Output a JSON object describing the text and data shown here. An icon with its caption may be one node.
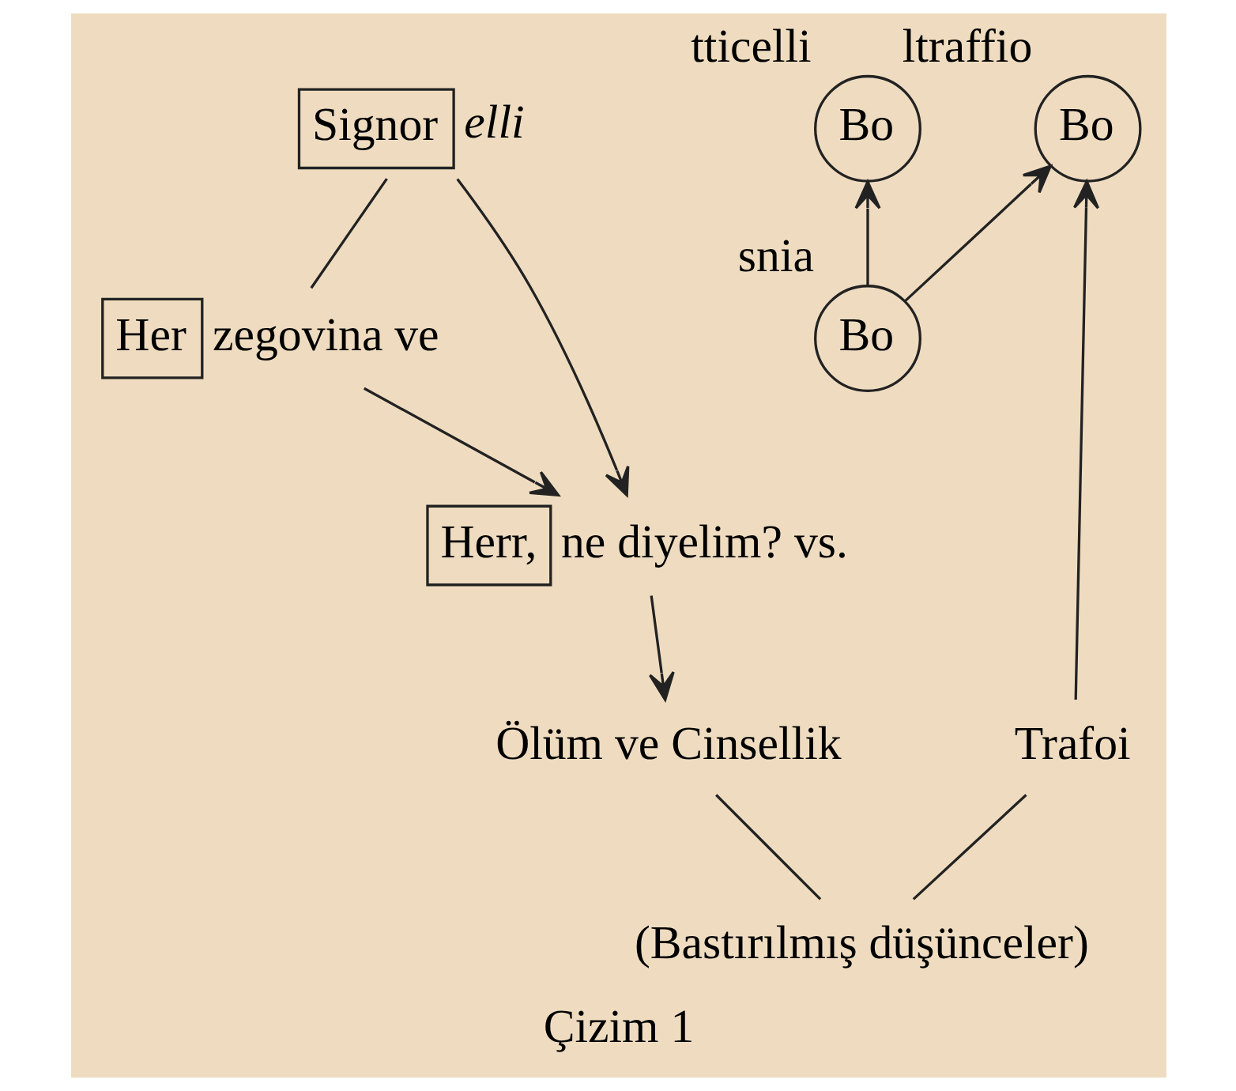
{
  "diagram": {
    "caption": "Çizim 1",
    "nodes": [
      {
        "text": [
          "Signor"
        ],
        "beside": [
          "elli"
        ]
      },
      {
        "text": [
          "Her"
        ],
        "beside": [
          "zegovina ve"
        ]
      },
      {
        "text": [
          "Herr,"
        ],
        "beside": [
          "ne diyelim? vs."
        ]
      },
      {
        "text": [
          "Bo"
        ],
        "beside": [
          "tticelli"
        ]
      },
      {
        "text": [
          "Bo"
        ],
        "beside": [
          "snia"
        ]
      },
      {
        "text": [
          "Bo"
        ],
        "beside": [
          "ltraffio"
        ]
      },
      {
        "text": [
          "Ölüm ve Cinsellik"
        ]
      },
      {
        "text": [
          "Trafoi"
        ]
      },
      {
        "text": [
          "(Bastırılmış düşünceler)"
        ]
      }
    ],
    "edges": [
      {
        "from": 0,
        "to": 1,
        "arrow": "none"
      },
      {
        "from": 0,
        "to": 2,
        "arrow": "to"
      },
      {
        "from": 1,
        "to": 2,
        "arrow": "to"
      },
      {
        "from": 2,
        "to": 6,
        "arrow": "to"
      },
      {
        "from": 4,
        "to": 3,
        "arrow": "to"
      },
      {
        "from": 4,
        "to": 5,
        "arrow": "to"
      },
      {
        "from": 7,
        "to": 5,
        "arrow": "to"
      },
      {
        "from": 6,
        "to": 8,
        "arrow": "none"
      },
      {
        "from": 7,
        "to": 8,
        "arrow": "none"
      }
    ]
  }
}
